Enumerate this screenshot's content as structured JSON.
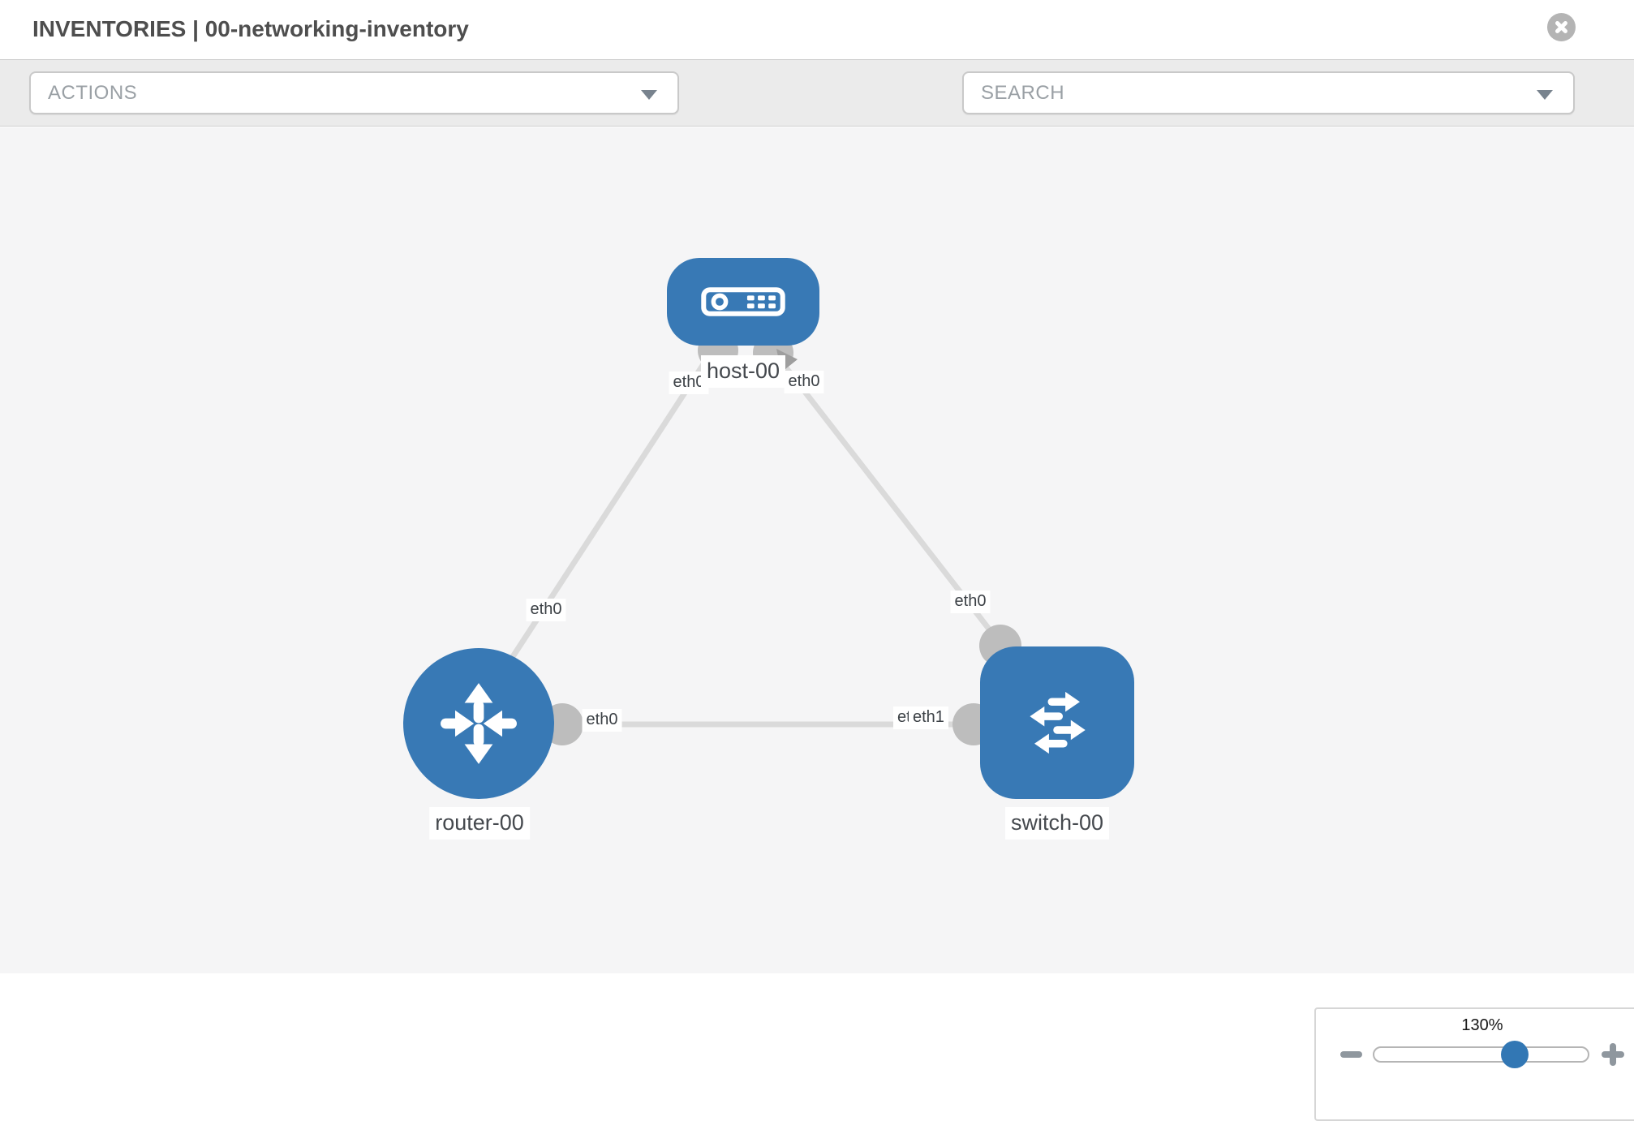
{
  "header": {
    "title": "INVENTORIES | 00-networking-inventory"
  },
  "toolbar": {
    "actions_label": "ACTIONS",
    "search_placeholder": "SEARCH",
    "icons": [
      "wrench-icon",
      "key-icon"
    ]
  },
  "topology": {
    "nodes": [
      {
        "id": "host-00",
        "type": "host",
        "label": "host-00"
      },
      {
        "id": "router-00",
        "type": "router",
        "label": "router-00"
      },
      {
        "id": "switch-00",
        "type": "switch",
        "label": "switch-00"
      }
    ],
    "links": [
      {
        "source": "host-00",
        "source_interface": "eth0",
        "target": "router-00",
        "target_interface": "eth0"
      },
      {
        "source": "host-00",
        "source_interface": "eth0",
        "target": "switch-00",
        "target_interface": "eth0"
      },
      {
        "source": "router-00",
        "source_interface": "eth0",
        "target": "switch-00",
        "target_interface": "eth1"
      }
    ],
    "interface_labels": [
      {
        "text": "eth0",
        "location": "host side of host-router link"
      },
      {
        "text": "eth0",
        "location": "router side of host-router link"
      },
      {
        "text": "eth0",
        "location": "host side of host-switch link"
      },
      {
        "text": "eth0",
        "location": "switch side of host-switch link"
      },
      {
        "text": "eth0",
        "location": "router side of router-switch link"
      },
      {
        "text": "eth1",
        "location": "switch side of router-switch link (clipped underneath)"
      },
      {
        "text": "eth1",
        "location": "switch side of router-switch link"
      }
    ]
  },
  "zoom_control": {
    "value": "130%"
  },
  "colors": {
    "node_blue": "#3879b5",
    "link_gray": "#dadada",
    "port_gray": "#bdbdbd",
    "arrow_gray": "#9e9e9e",
    "canvas_bg": "#f5f5f6",
    "toolbar_bg": "#ebebeb",
    "title_text": "#4e4e4e",
    "placeholder_text": "#9aa0a5",
    "slider_thumb_blue": "#3277b4"
  }
}
